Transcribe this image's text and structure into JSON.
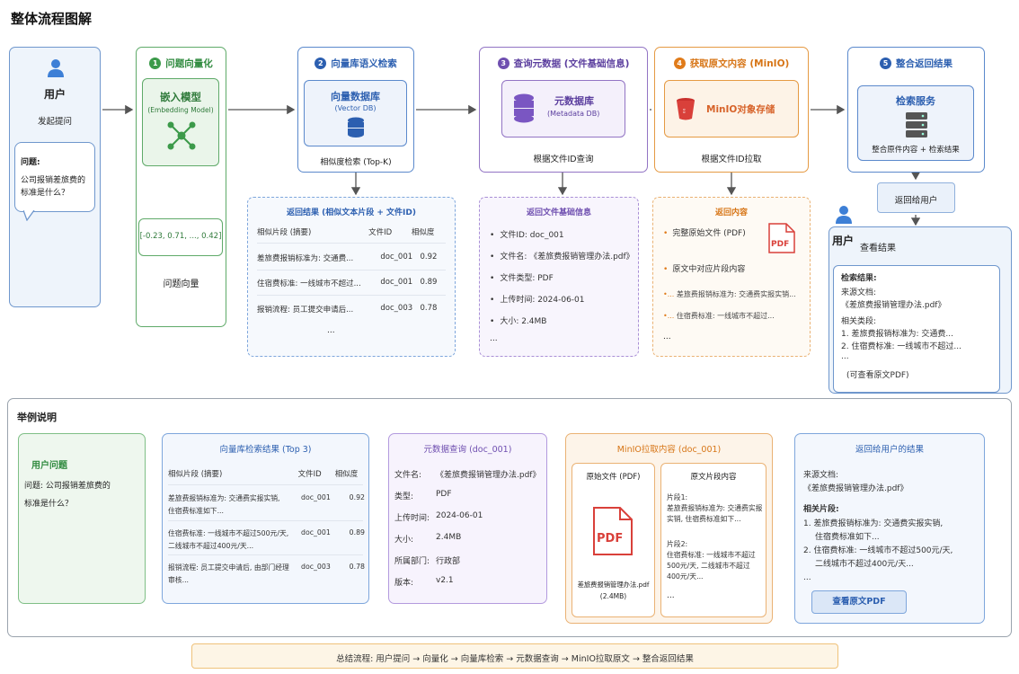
{
  "page_title": "整体流程图解",
  "user": {
    "name": "用户",
    "action": "发起提问",
    "bubble_label": "问题:",
    "bubble_line1": "公司报销差旅费的",
    "bubble_line2": "标准是什么？"
  },
  "step1": {
    "num": "1",
    "title": "问题向量化",
    "model_title": "嵌入模型",
    "model_sub": "(Embedding Model)",
    "vector": "[-0.23, 0.71, ..., 0.42]",
    "vector_label": "问题向量"
  },
  "step2": {
    "num": "2",
    "title": "向量库语义检索",
    "db_title": "向量数据库",
    "db_sub": "(Vector DB)",
    "caption": "相似度检索 (Top-K)",
    "result_title": "返回结果 (相似文本片段 + 文件ID)",
    "columns": [
      "相似片段 (摘要)",
      "文件ID",
      "相似度"
    ],
    "rows": [
      [
        "差旅费报销标准为: 交通费...",
        "doc_001",
        "0.92"
      ],
      [
        "住宿费标准: 一线城市不超过...",
        "doc_001",
        "0.89"
      ],
      [
        "报销流程: 员工提交申请后...",
        "doc_003",
        "0.78"
      ]
    ],
    "more": "..."
  },
  "step3": {
    "num": "3",
    "title": "查询元数据 (文件基础信息)",
    "db_title": "元数据库",
    "db_sub": "(Metadata DB)",
    "caption": "根据文件ID查询",
    "result_title": "返回文件基础信息",
    "items": [
      "文件ID: doc_001",
      "文件名: 《差旅费报销管理办法.pdf》",
      "文件类型: PDF",
      "上传时间: 2024-06-01",
      "大小: 2.4MB"
    ],
    "more": "..."
  },
  "step4": {
    "num": "4",
    "title": "获取原文内容 (MinIO)",
    "store_title": "MinIO对象存储",
    "caption": "根据文件ID拉取",
    "result_title": "返回内容",
    "item1": "完整原始文件 (PDF)",
    "item2": "原文中对应片段内容",
    "pdf_badge": "PDF",
    "snip1": "差旅费报销标准为: 交通费实报实销...",
    "snip2": "住宿费标准: 一线城市不超过...",
    "more": "..."
  },
  "step5": {
    "num": "5",
    "title": "整合返回结果",
    "service_title": "检索服务",
    "service_caption": "整合原件内容 + 检索结果",
    "return_label": "返回给用户"
  },
  "user_result": {
    "name": "用户",
    "action": "查看结果",
    "heading": "检索结果:",
    "source_label": "来源文档:",
    "source_file": "《差旅费报销管理办法.pdf》",
    "related_label": "相关类段:",
    "lines": [
      "1. 差旅费报销标准为: 交通费...",
      "2. 住宿费标准: 一线城市不超过..."
    ],
    "more": "...",
    "view_note": "(可查看原文PDF)"
  },
  "example": {
    "title": "举例说明",
    "q_title": "用户问题",
    "q_line1": "问题: 公司报销差旅费的",
    "q_line2": "标准是什么？",
    "vr_title": "向量库检索结果 (Top 3)",
    "vr_columns": [
      "相似片段 (摘要)",
      "文件ID",
      "相似度"
    ],
    "vr_rows": [
      {
        "t1": "差旅费报销标准为: 交通费实报实销,",
        "t2": "住宿费标准如下...",
        "id": "doc_001",
        "score": "0.92"
      },
      {
        "t1": "住宿费标准: 一线城市不超过500元/天,",
        "t2": "二线城市不超过400元/天...",
        "id": "doc_001",
        "score": "0.89"
      },
      {
        "t1": "报销流程: 员工提交申请后, 由部门经理",
        "t2": "审核...",
        "id": "doc_003",
        "score": "0.78"
      }
    ],
    "md_title": "元数据查询 (doc_001)",
    "md_rows": [
      [
        "文件名:",
        "《差旅费报销管理办法.pdf》"
      ],
      [
        "类型:",
        "PDF"
      ],
      [
        "上传时间:",
        "2024-06-01"
      ],
      [
        "大小:",
        "2.4MB"
      ],
      [
        "所属部门:",
        "行政部"
      ],
      [
        "版本:",
        "v2.1"
      ]
    ],
    "mi_title": "MinIO拉取内容 (doc_001)",
    "mi_orig_title": "原始文件 (PDF)",
    "mi_pdf_badge": "PDF",
    "mi_file_name": "差旅费报销管理办法.pdf",
    "mi_file_size": "(2.4MB)",
    "mi_snip_title": "原文片段内容",
    "mi_snips": [
      {
        "h": "片段1:",
        "lines": [
          "差旅费报销标准为: 交通费实报",
          "实销, 住宿费标准如下..."
        ]
      },
      {
        "h": "片段2:",
        "lines": [
          "住宿费标准: 一线城市不超过",
          "500元/天, 二线城市不超过",
          "400元/天..."
        ]
      }
    ],
    "mi_more": "...",
    "rt_title": "返回给用户的结果",
    "rt_source_label": "来源文档:",
    "rt_source": "《差旅费报销管理办法.pdf》",
    "rt_related": "相关片段:",
    "rt_lines": [
      "1. 差旅费报销标准为: 交通费实报实销,",
      "住宿费标准如下...",
      "2. 住宿费标准: 一线城市不超过500元/天,",
      "二线城市不超过400元/天..."
    ],
    "rt_more": "...",
    "rt_button": "查看原文PDF"
  },
  "summary": "总结流程: 用户提问 → 向量化 → 向量库检索 → 元数据查询 → MinIO拉取原文 → 整合返回结果",
  "colors": {
    "green": "#3c9a4a",
    "blue": "#2c5fb0",
    "purple": "#6f4fb0",
    "orange": "#e07b1a"
  }
}
